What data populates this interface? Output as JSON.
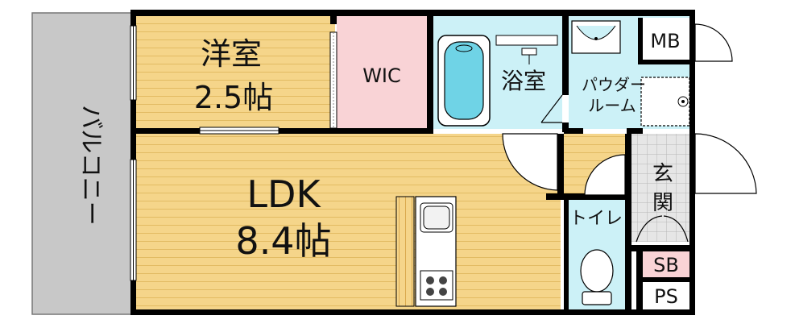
{
  "rooms": {
    "western": {
      "name": "洋室",
      "size": "2.5帖"
    },
    "wic": {
      "name": "WIC"
    },
    "bath": {
      "name": "浴室"
    },
    "powder": {
      "name_line1": "パウダー",
      "name_line2": "ルーム"
    },
    "mb": {
      "name": "MB"
    },
    "ldk": {
      "name": "LDK",
      "size": "8.4帖"
    },
    "toilet": {
      "name": "トイレ"
    },
    "entrance": {
      "name_line1": "玄",
      "name_line2": "関"
    },
    "sb": {
      "name": "SB"
    },
    "ps": {
      "name": "PS"
    },
    "balcony": {
      "name": "バルコニー"
    }
  },
  "colors": {
    "wood_floor": "#f5d58a",
    "wood_stripe": "#e8c06a",
    "wic": "#f9d3d6",
    "wet_area": "#ccf1f7",
    "balcony": "#c8c8c8",
    "entrance_tile": "#e6e6e6",
    "sb": "#f9d3d6",
    "wall": "#000000"
  }
}
